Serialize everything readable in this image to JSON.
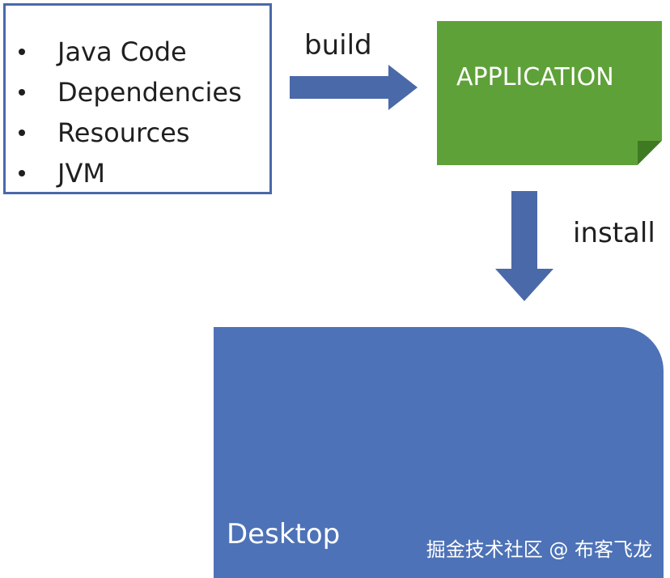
{
  "source_box": {
    "items": [
      "Java Code",
      "Dependencies",
      "Resources",
      "JVM"
    ]
  },
  "edges": {
    "build_label": "build",
    "install_label": "install"
  },
  "application": {
    "title": "APPLICATION"
  },
  "desktop": {
    "title": "Desktop",
    "watermark": "掘金技术社区 @ 布客飞龙"
  },
  "colors": {
    "arrow": "#4a69a8",
    "application": "#5ea138",
    "desktop": "#4d72b7",
    "box_border": "#4a69a8"
  }
}
